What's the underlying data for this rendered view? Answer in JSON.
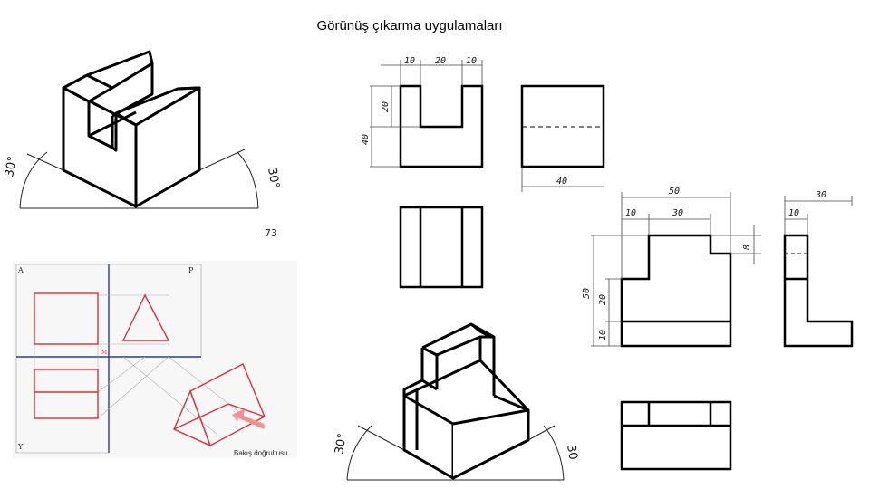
{
  "slide": {
    "title": "Görünüş çıkarma uygulamaları",
    "page_number": "73"
  },
  "angles": {
    "left": "30°",
    "right": "30°"
  },
  "drawing1": {
    "front_dims": {
      "d1": "10",
      "d2": "20",
      "d3": "10",
      "h1": "20",
      "h2": "40"
    },
    "side_dims": {
      "w": "40"
    }
  },
  "drawing2": {
    "front_dims": {
      "total": "50",
      "a": "10",
      "b": "30",
      "c": "8",
      "h_total": "50",
      "h1": "20",
      "h2": "10"
    },
    "side_dims": {
      "total": "30",
      "a": "10"
    },
    "angles": {
      "left": "30°",
      "right": "30"
    }
  },
  "projection": {
    "quadrant_labels": {
      "a": "A",
      "p": "P",
      "y": "Y",
      "m": "M"
    },
    "caption": "Bakış doğrultusu",
    "colors": {
      "red": "#d9303a",
      "blue": "#2a3b9a",
      "grey": "#b0b0b0"
    }
  }
}
